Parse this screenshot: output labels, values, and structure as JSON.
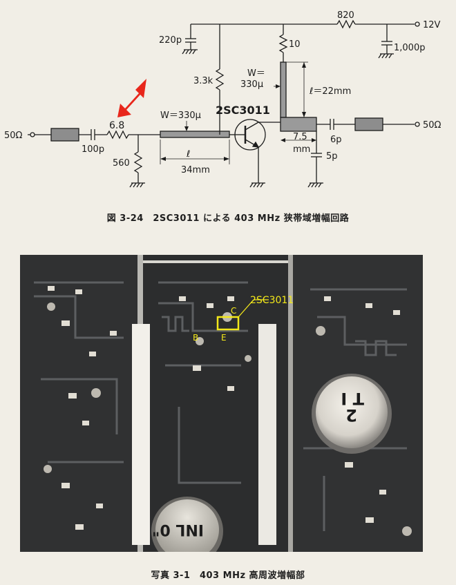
{
  "schematic": {
    "labels": {
      "in_port": "50Ω",
      "out_port": "50Ω",
      "c_in": "100p",
      "r_series": "6.8",
      "r_shunt": "560",
      "c_decouple": "220p",
      "r_bias": "3.3k",
      "stripline_in_w": "W＝330μ",
      "stripline_in_len_sym": "ℓ",
      "stripline_in_len": "34mm",
      "transistor": "2SC3011",
      "r_collector": "10",
      "stripline_out_w_line1": "W＝",
      "stripline_out_w_line2": "330μ",
      "stripline_out_len": "ℓ＝22mm",
      "pad_width_line1": "7.5",
      "pad_width_line2": "mm",
      "c_out": "6p",
      "c_shunt_out": "5p",
      "r_supply": "820",
      "supply": "12V",
      "c_supply": "1,000p"
    },
    "arrow_color": "#e8261b"
  },
  "figure_caption": "図 3-24　2SC3011 による 403 MHz 狭帯域増幅回路",
  "photo": {
    "annotation_label": "2SC3011",
    "pin_c": "C",
    "pin_b": "B",
    "pin_e": "E",
    "annotation_color": "#f3e81a",
    "coil_text_1": "T I",
    "coil_text_2": "2",
    "cap_text": "INL 0\""
  },
  "photo_caption": "写真 3-1　403 MHz 高周波増幅部"
}
